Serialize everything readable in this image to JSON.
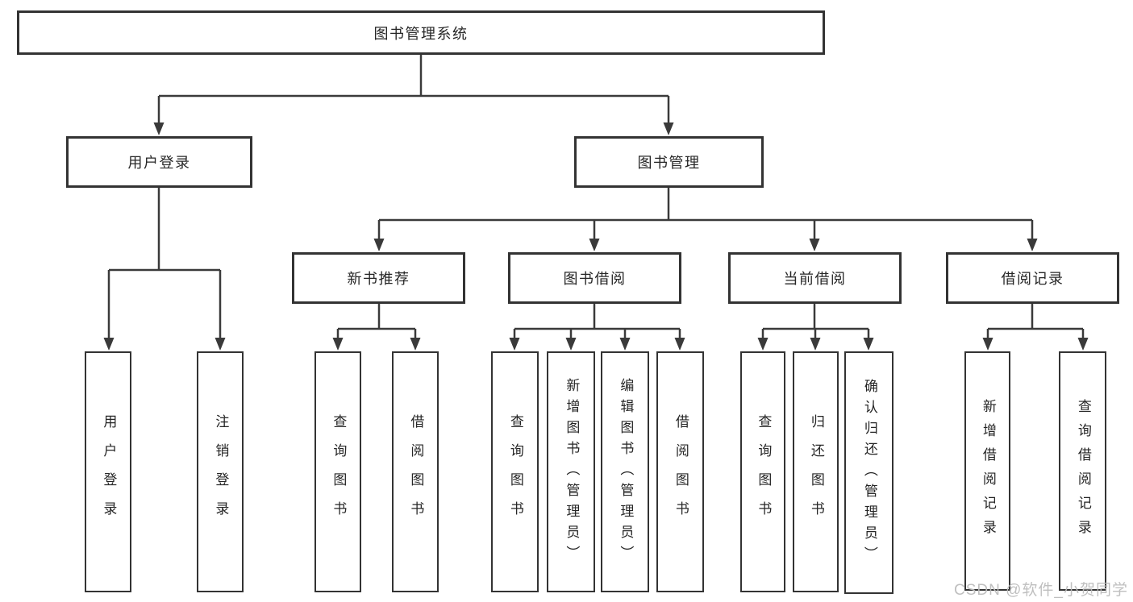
{
  "watermark": "CSDN @软件_小贺同学",
  "colors": {
    "line": "#3a3a3a",
    "box_border": "#333333",
    "text": "#262626",
    "background": "#ffffff",
    "watermark": "#bcbcbc"
  },
  "tree": {
    "root": "图书管理系统",
    "branches": [
      {
        "label": "用户登录",
        "children": [
          "用户登录",
          "注销登录"
        ]
      },
      {
        "label": "图书管理",
        "children": [
          {
            "label": "新书推荐",
            "children": [
              "查询图书",
              "借阅图书"
            ]
          },
          {
            "label": "图书借阅",
            "children": [
              "查询图书",
              "新增图书（管理员）",
              "编辑图书（管理员）",
              "借阅图书"
            ]
          },
          {
            "label": "当前借阅",
            "children": [
              "查询图书",
              "归还图书",
              "确认归还（管理员）"
            ]
          },
          {
            "label": "借阅记录",
            "children": [
              "新增借阅记录",
              "查询借阅记录"
            ]
          }
        ]
      }
    ]
  }
}
